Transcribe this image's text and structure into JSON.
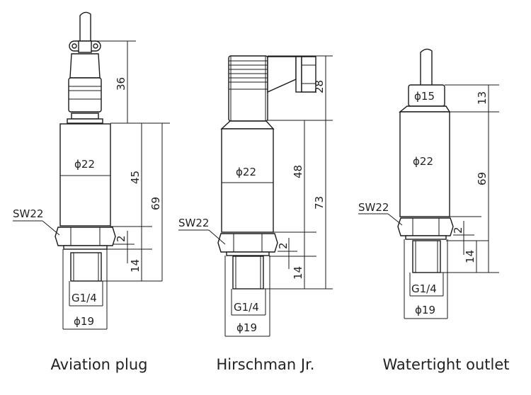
{
  "sensors": [
    {
      "caption": "Aviation plug",
      "body_dia": "ϕ22",
      "hex": "SW22",
      "thread": "G1/4",
      "base_dia": "ϕ19",
      "dims": {
        "connector": "36",
        "body": "45",
        "total": "69",
        "gap": "2",
        "thread_len": "14"
      }
    },
    {
      "caption": "Hirschman Jr.",
      "body_dia": "ϕ22",
      "hex": "SW22",
      "thread": "G1/4",
      "base_dia": "ϕ19",
      "dims": {
        "connector": "28",
        "body": "48",
        "total": "73",
        "gap": "2",
        "thread_len": "14"
      }
    },
    {
      "caption": "Watertight outlet",
      "cap_dia": "ϕ15",
      "body_dia": "ϕ22",
      "hex": "SW22",
      "thread": "G1/4",
      "base_dia": "ϕ19",
      "dims": {
        "cap": "13",
        "total": "69",
        "gap": "2",
        "thread_len": "14"
      }
    }
  ]
}
